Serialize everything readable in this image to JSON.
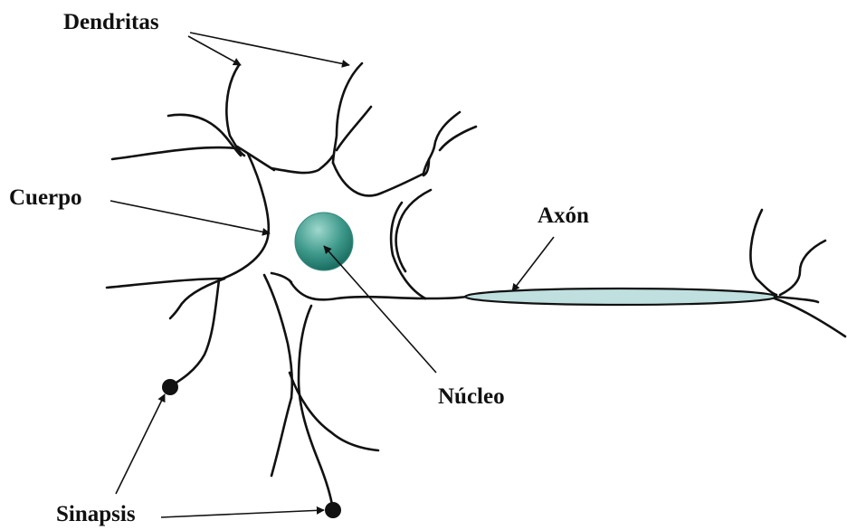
{
  "labels": {
    "dendritas": "Dendritas",
    "cuerpo": "Cuerpo",
    "axon": "Axón",
    "nucleo": "Núcleo",
    "sinapsis": "Sinapsis"
  },
  "colors": {
    "outline": "#111111",
    "axon_fill": "#bfe0df",
    "nucleus_light": "#8fcfc4",
    "nucleus_dark": "#1a6e63",
    "background": "#ffffff"
  }
}
